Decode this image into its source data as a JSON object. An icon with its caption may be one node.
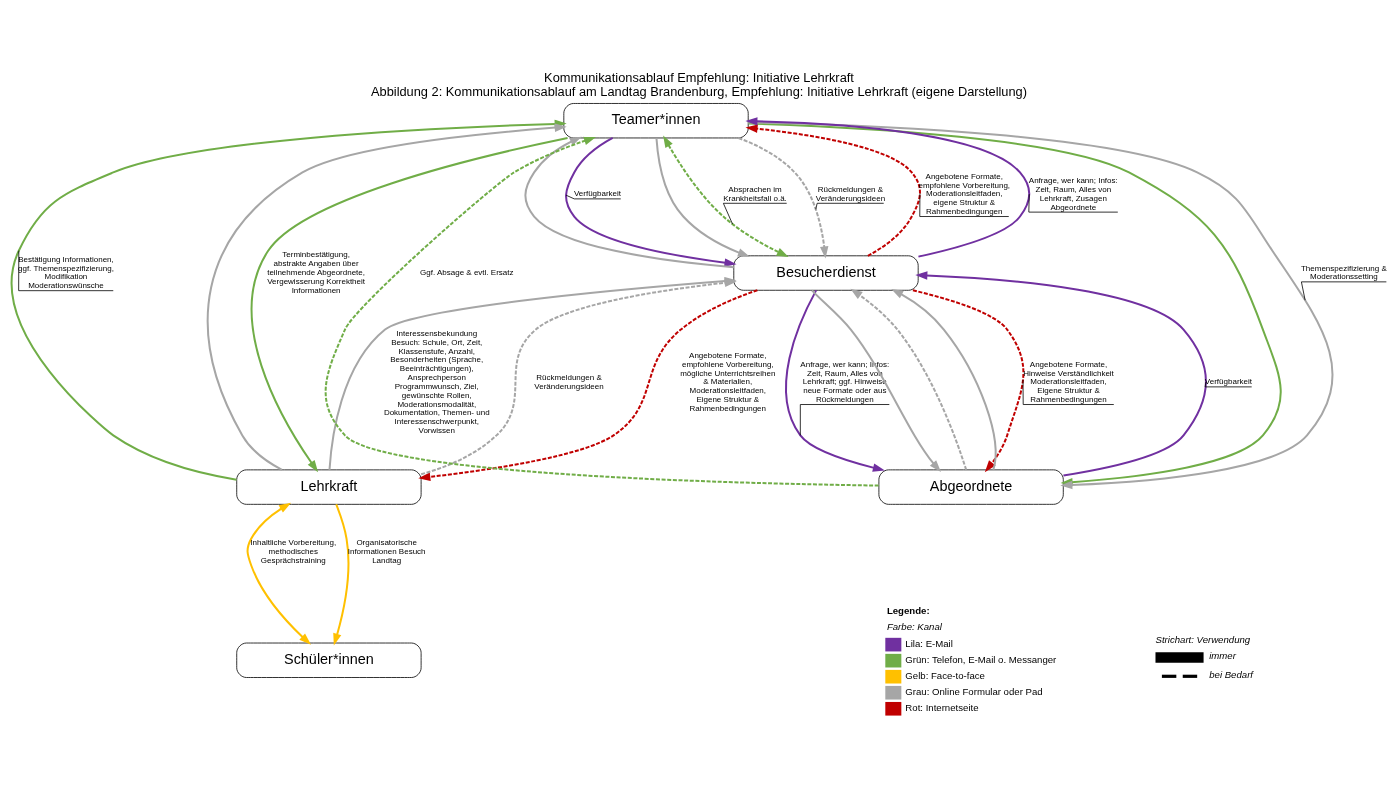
{
  "diagram": {
    "title": "Kommunikationsablauf Empfehlung: Initiative Lehrkraft",
    "caption": "Abbildung 2: Kommunikationsablauf am Landtag Brandenburg, Empfehlung: Initiative Lehrkraft (eigene Darstellung)",
    "nodes": [
      {
        "text": [
          "Teamer*innen"
        ]
      },
      {
        "text": [
          "Besucherdienst"
        ]
      },
      {
        "text": [
          "Lehrkraft"
        ]
      },
      {
        "text": [
          "Abgeordnete"
        ]
      },
      {
        "text": [
          "Schüler*innen"
        ]
      }
    ],
    "edges": [
      {
        "from": 0,
        "to": 2,
        "arrow": "to",
        "color": "#70ad47",
        "label": "Terminbestätigung, abstrakte Angaben über teilnehmende Abgeordnete, Vergewisserung Korrektheit Informationen"
      },
      {
        "from": 2,
        "to": 0,
        "arrow": "to",
        "color": "#70ad47",
        "label": "Bestätigung Informationen, ggf. Themenspezifizierung, Modifikation Moderationswünsche"
      },
      {
        "from": 2,
        "to": 0,
        "arrow": "to"
      },
      {
        "from": 1,
        "to": 0,
        "arrow": "to",
        "style": "dashed",
        "color": "#c00000",
        "label": "Angebotene Formate, empfohlene Vorbereitung, Moderationsleitfaden, eigene Struktur & Rahmenbedingungen"
      },
      {
        "from": 1,
        "to": 0,
        "arrow": "to",
        "color": "#7030a0",
        "label": "Anfrage, wer kann; Infos: Zeit, Raum, Alles von Lehrkraft, Zusagen Abgeordnete"
      },
      {
        "from": 1,
        "to": 0,
        "arrow": "to"
      },
      {
        "from": 0,
        "to": 1,
        "arrow": "to",
        "color": "#7030a0",
        "label": "Verfügbarkeit"
      },
      {
        "from": 0,
        "to": 1,
        "arrow": "to"
      },
      {
        "from": 0,
        "to": 1,
        "arrow": "both",
        "style": "dashed",
        "color": "#70ad47",
        "label": "Absprachen im Krankheitsfall o.ä."
      },
      {
        "from": 0,
        "to": 1,
        "arrow": "to",
        "style": "dashed",
        "label": "Rückmeldungen & Veränderungsideen"
      },
      {
        "from": 3,
        "to": 0,
        "arrow": "to",
        "style": "dashed",
        "color": "#70ad47",
        "label": "Ggf. Absage & evtl. Ersatz"
      },
      {
        "from": 0,
        "to": 3,
        "arrow": "to",
        "color": "#70ad47"
      },
      {
        "from": 0,
        "to": 3,
        "arrow": "to",
        "label": "Themenspezifizierung & Moderationssetting"
      },
      {
        "from": 1,
        "to": 2,
        "arrow": "to",
        "style": "dashed",
        "color": "#c00000",
        "label": "Angebotene Formate, empfohlene Vorbereitung, mögliche Unterrichtsreihen & Materialien, Moderationsleitfaden, Eigene Struktur & Rahmenbedingungen"
      },
      {
        "from": 2,
        "to": 1,
        "arrow": "to",
        "label": "Interessensbekundung Besuch: Schule, Ort, Zeit, Klassenstufe, Anzahl, Besonderheiten (Sprache, Beeinträchtigungen), Ansprechperson Programmwunsch, Ziel, gewünschte Rollen, Moderationsmodalität, Dokumentation, Themen- und Interessenschwerpunkt, Vorwissen"
      },
      {
        "from": 2,
        "to": 1,
        "arrow": "to",
        "style": "dashed",
        "label": "Rückmeldungen & Veränderungsideen"
      },
      {
        "from": 3,
        "to": 1,
        "arrow": "to",
        "style": "dashed"
      },
      {
        "from": 1,
        "to": 3,
        "arrow": "to",
        "color": "#7030a0",
        "label": "Anfrage, wer kann; Infos: Zeit, Raum, Alles von Lehrkraft; ggf. Hinweise neue Formate oder aus Rückmeldungen"
      },
      {
        "from": 1,
        "to": 3,
        "arrow": "to"
      },
      {
        "from": 3,
        "to": 1,
        "arrow": "to",
        "color": "#7030a0",
        "label": "Verfügbarkeit"
      },
      {
        "from": 3,
        "to": 1,
        "arrow": "to"
      },
      {
        "from": 1,
        "to": 3,
        "arrow": "to",
        "style": "dashed",
        "color": "#c00000",
        "label": "Angebotene Formate, Hinweise Verständlichkeit Moderationsleitfaden, Eigene Struktur & Rahmenbedingungen"
      },
      {
        "from": 2,
        "to": 4,
        "arrow": "to",
        "color": "#ffc000",
        "label": "Organisatorische Informationen Besuch Landtag"
      },
      {
        "from": 2,
        "to": 4,
        "arrow": "both",
        "color": "#ffc000",
        "label": "Inhaltliche Vorbereitung, methodisches Gesprächstraining"
      }
    ],
    "labels": [
      "Legende:",
      "Farbe: Kanal",
      "Strichart: Verwendung"
    ],
    "legend": [
      {
        "text": "Lila: E-Mail",
        "color": "#7030a0"
      },
      {
        "text": "Grün: Telefon, E-Mail o. Messanger",
        "color": "#70ad47"
      },
      {
        "text": "Gelb: Face-to-face",
        "color": "#ffc000"
      },
      {
        "text": "Grau: Online Formular oder Pad",
        "color": "#a6a6a6"
      },
      {
        "text": "Rot: Internetseite",
        "color": "#c00000"
      },
      {
        "text": "immer"
      },
      {
        "text": "bei Bedarf"
      }
    ]
  }
}
